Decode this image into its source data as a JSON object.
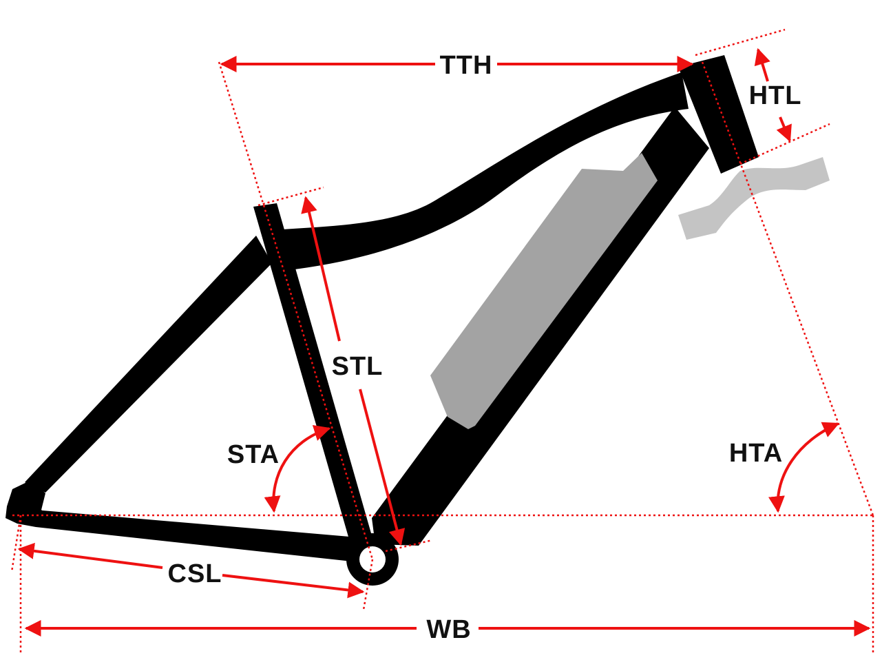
{
  "labels": {
    "tth": "TTH",
    "htl": "HTL",
    "stl": "STL",
    "sta": "STA",
    "hta": "HTA",
    "csl": "CSL",
    "wb": "WB"
  },
  "colors": {
    "frame": "#000000",
    "battery": "#a3a3a3",
    "bracket": "#c4c4c4",
    "dimension": "#ee1111",
    "label": "#111111",
    "background": "#ffffff"
  }
}
